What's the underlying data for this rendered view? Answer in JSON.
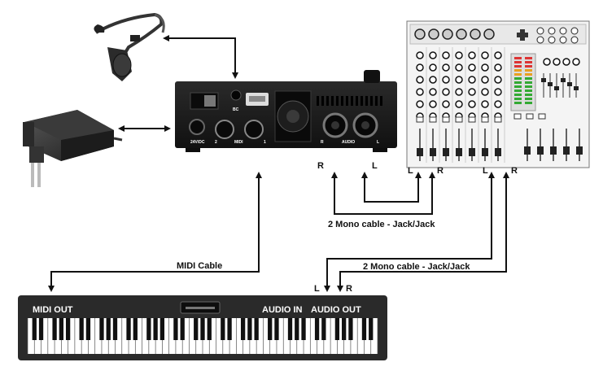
{
  "labels": {
    "midi_cable": "MIDI Cable",
    "mono_cable_top": "2 Mono cable - Jack/Jack",
    "mono_cable_bottom": "2 Mono cable - Jack/Jack",
    "keyboard_midi_out": "MIDI OUT",
    "keyboard_audio_in": "AUDIO IN",
    "keyboard_audio_out": "AUDIO OUT",
    "module_r": "R",
    "module_l": "L",
    "mixer_l1": "L",
    "mixer_r1": "R",
    "mixer_l2": "L",
    "mixer_r2": "R",
    "kb_l": "L",
    "kb_r": "R"
  },
  "device_panel": {
    "power_label": "24V/DC",
    "bc_label": "BC",
    "midi_label": "MIDI",
    "midi_port_2": "2",
    "midi_port_1": "1",
    "audio_r": "R",
    "audio_label": "AUDIO",
    "audio_l": "L"
  },
  "colors": {
    "device": "#1c1c1c",
    "cable": "#222222",
    "keyboard_frame": "#2a2a2a",
    "mixer_body": "#f4f4f4"
  }
}
